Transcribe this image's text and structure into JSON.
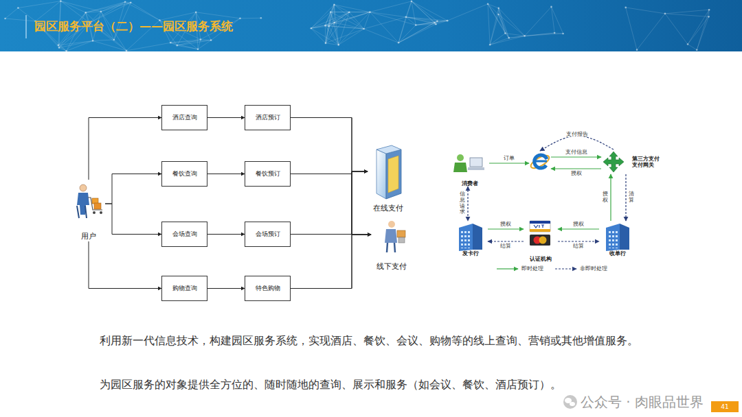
{
  "diagram": {
    "title": "园区服务平台（二）——园区服务系统",
    "nodes": [
      {
        "text": [
          "用户"
        ]
      },
      {
        "text": [
          "酒店查询"
        ]
      },
      {
        "text": [
          "酒店预订"
        ]
      },
      {
        "text": [
          "餐饮查询"
        ]
      },
      {
        "text": [
          "餐饮预订"
        ]
      },
      {
        "text": [
          "会场查询"
        ]
      },
      {
        "text": [
          "会场预订"
        ]
      },
      {
        "text": [
          "购物查询"
        ]
      },
      {
        "text": [
          "特色购物"
        ]
      },
      {
        "text": [
          "在线支付"
        ]
      },
      {
        "text": [
          "线下支付"
        ]
      },
      {
        "text": [
          "消费者"
        ]
      },
      {
        "text": []
      },
      {
        "text": [
          "第三方支付 支付网关"
        ]
      },
      {
        "text": [
          "发卡行"
        ]
      },
      {
        "text": [
          "认证机构"
        ]
      },
      {
        "text": [
          "收单行"
        ]
      }
    ],
    "edges": [
      {
        "from": 0,
        "to": 1,
        "arrow": "to"
      },
      {
        "from": 0,
        "to": 3,
        "arrow": "to"
      },
      {
        "from": 0,
        "to": 5,
        "arrow": "to"
      },
      {
        "from": 0,
        "to": 7,
        "arrow": "to"
      },
      {
        "from": 1,
        "to": 2,
        "arrow": "to"
      },
      {
        "from": 3,
        "to": 4,
        "arrow": "to"
      },
      {
        "from": 5,
        "to": 6,
        "arrow": "to"
      },
      {
        "from": 7,
        "to": 8,
        "arrow": "to"
      },
      {
        "from": 2,
        "to": 9,
        "arrow": "to"
      },
      {
        "from": 4,
        "to": 9,
        "arrow": "to"
      },
      {
        "from": 6,
        "to": 9,
        "arrow": "to"
      },
      {
        "from": 8,
        "to": 9,
        "arrow": "to"
      },
      {
        "from": 2,
        "to": 10,
        "arrow": "to"
      },
      {
        "from": 4,
        "to": 10,
        "arrow": "to"
      },
      {
        "from": 6,
        "to": 10,
        "arrow": "to"
      },
      {
        "from": 8,
        "to": 10,
        "arrow": "to"
      },
      {
        "from": 11,
        "to": 12,
        "label": "订单",
        "arrow": "to"
      },
      {
        "from": 12,
        "to": 13,
        "label": "支付信息",
        "arrow": "to"
      },
      {
        "from": 13,
        "to": 12,
        "label": "授权",
        "arrow": "to"
      },
      {
        "from": 13,
        "to": 12,
        "label": "支付报告",
        "arrow": "to"
      },
      {
        "from": 11,
        "to": 14,
        "label": "信息请求",
        "arrow": "both"
      },
      {
        "from": 16,
        "to": 13,
        "label": "授权",
        "arrow": "to"
      },
      {
        "from": 13,
        "to": 16,
        "label": "清算",
        "arrow": "to"
      },
      {
        "from": 14,
        "to": 15,
        "label": "授权",
        "arrow": "to"
      },
      {
        "from": 15,
        "to": 14,
        "label": "结算",
        "arrow": "to"
      },
      {
        "from": 16,
        "to": 15,
        "label": "授权",
        "arrow": "to"
      },
      {
        "from": 15,
        "to": 16,
        "label": "结算",
        "arrow": "to"
      }
    ],
    "labels": [
      "利用新一代信息技术，构建园区服务系统，实现酒店、餐饮、会议、购物等的线上查询、营销或其他增值服务。",
      "为园区服务的对象提供全方位的、随时随地的查询、展示和服务（如会议、餐饮、酒店预订）。",
      "公众号 · 肉眼品世界",
      "41"
    ],
    "legend": [
      {
        "text": "即时处理"
      },
      {
        "text": "非即时处理"
      }
    ]
  }
}
